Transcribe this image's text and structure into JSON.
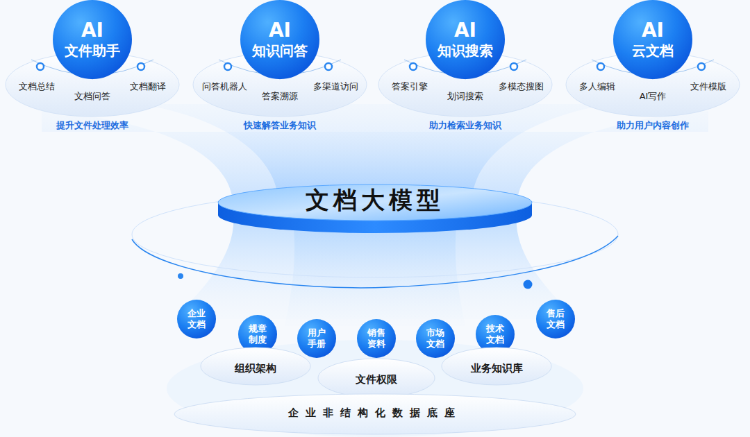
{
  "diagram": {
    "nodes": [
      {
        "text": [
          "AI",
          "文件助手"
        ]
      },
      {
        "text": [
          "AI",
          "知识问答"
        ]
      },
      {
        "text": [
          "AI",
          "知识搜索"
        ]
      },
      {
        "text": [
          "AI",
          "云文档"
        ]
      },
      {
        "text": [
          "文档大模型"
        ]
      },
      {
        "text": [
          "企业 文档"
        ]
      },
      {
        "text": [
          "规章 制度"
        ]
      },
      {
        "text": [
          "用户 手册"
        ]
      },
      {
        "text": [
          "销售 资料"
        ]
      },
      {
        "text": [
          "市场 文档"
        ]
      },
      {
        "text": [
          "技术 文档"
        ]
      },
      {
        "text": [
          "售后 文档"
        ]
      },
      {
        "text": [
          "组织架构"
        ]
      },
      {
        "text": [
          "文件权限"
        ]
      },
      {
        "text": [
          "业务知识库"
        ]
      },
      {
        "text": [
          "企业非结构化数据底座"
        ]
      }
    ],
    "labels": [
      "文档总结",
      "文档问答",
      "文档翻译",
      "提升文件处理效率",
      "问答机器人",
      "答案溯源",
      "多渠道访问",
      "快速解答业务知识",
      "答案引擎",
      "划词搜索",
      "多模态搜图",
      "助力检索业务知识",
      "多人编辑",
      "AI写作",
      "文件模版",
      "助力用户内容创作"
    ]
  }
}
